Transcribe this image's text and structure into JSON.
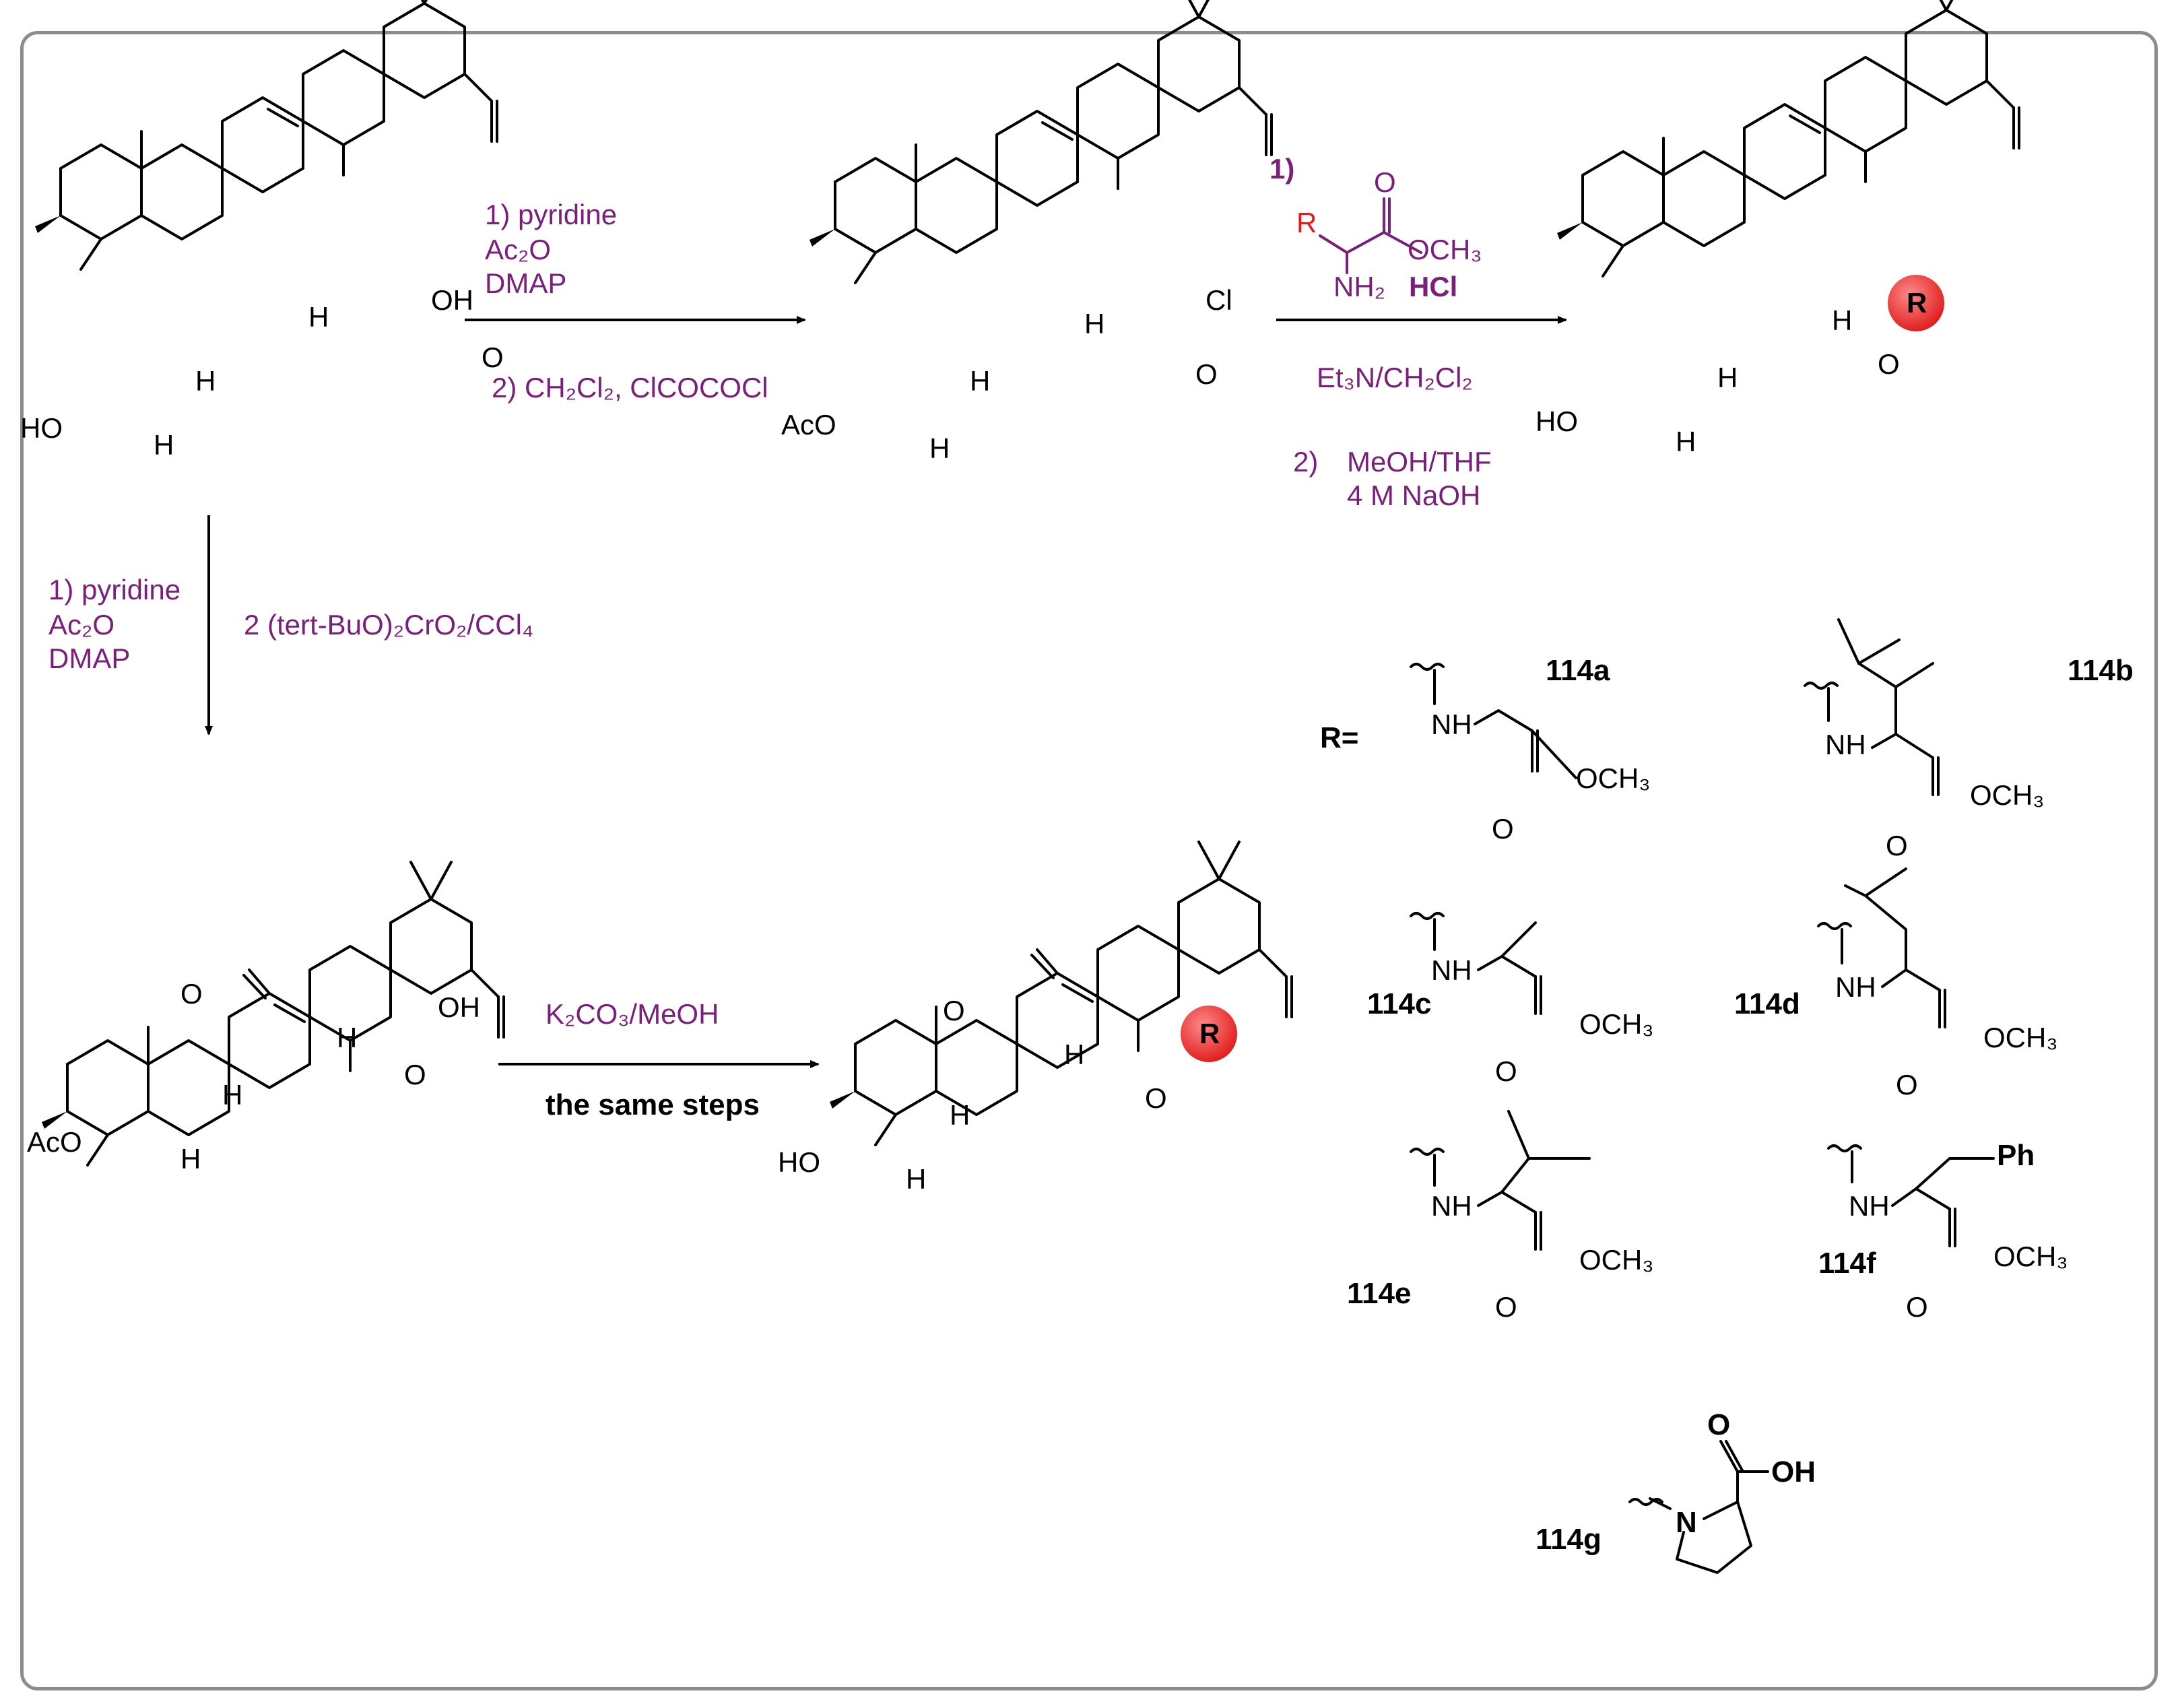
{
  "conditions": {
    "step1": {
      "line1": "1) pyridine",
      "line2": "Ac₂O",
      "line3": "DMAP",
      "line4": "2) CH₂Cl₂, ClCOCOCl"
    },
    "step2": {
      "num": "1)",
      "r": "R",
      "o": "O",
      "och3": "OCH₃",
      "nh2": "NH₂",
      "hcl": "HCl",
      "line2": "Et₃N/CH₂Cl₂",
      "line3a": "2)",
      "line3b": "MeOH/THF",
      "line4": "4 M NaOH"
    },
    "step3": {
      "line1": "1) pyridine",
      "line2": "Ac₂O",
      "line3": "DMAP",
      "line4": "2 (tert-BuO)₂CrO₂/CCl₄"
    },
    "step4": {
      "line1": "K₂CO₃/MeOH",
      "line2": "the same steps"
    }
  },
  "atoms": {
    "ho": "HO",
    "aco": "AcO",
    "oh": "OH",
    "o": "O",
    "cl": "Cl",
    "h": "H",
    "r": "R",
    "nh": "NH",
    "n": "N",
    "och3": "OCH₃",
    "ph": "Ph"
  },
  "r_group": {
    "heading": "R=",
    "labels": [
      "114a",
      "114b",
      "114c",
      "114d",
      "114e",
      "114f",
      "114g"
    ]
  },
  "colors": {
    "condition_text": "#7a1f7a",
    "r_circle": "#e0201f",
    "r_label_in_reagent": "#e0201f",
    "frame": "#8c8c8c"
  }
}
